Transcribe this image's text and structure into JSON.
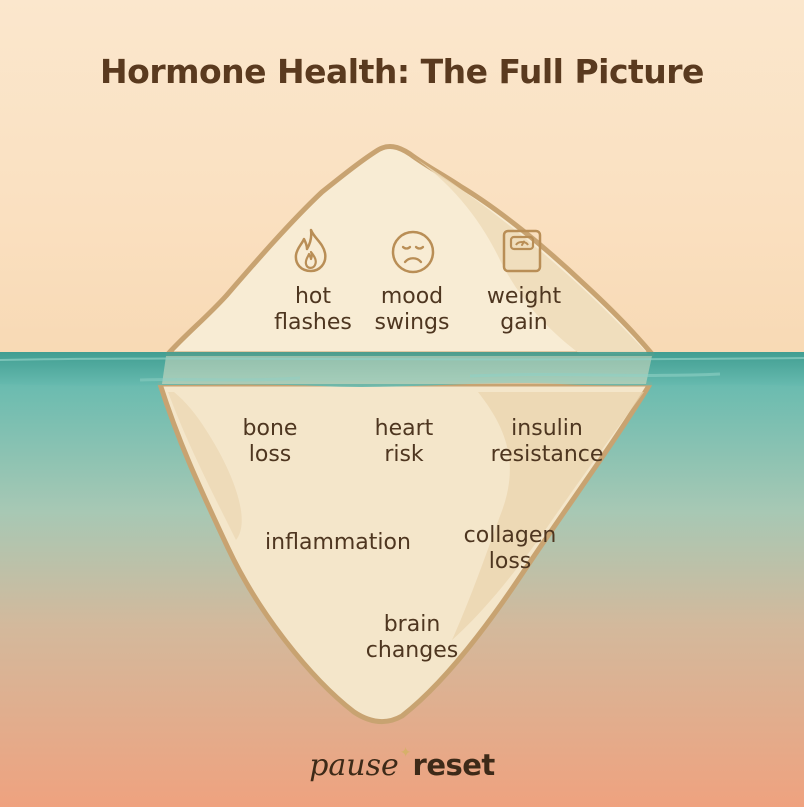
{
  "title": "Hormone Health: The Full Picture",
  "above_water": [
    {
      "icon": "flame-icon",
      "line1": "hot",
      "line2": "flashes"
    },
    {
      "icon": "sad-face-icon",
      "line1": "mood",
      "line2": "swings"
    },
    {
      "icon": "scale-icon",
      "line1": "weight",
      "line2": "gain"
    }
  ],
  "below_water": [
    {
      "line1": "bone",
      "line2": "loss"
    },
    {
      "line1": "heart",
      "line2": "risk"
    },
    {
      "line1": "insulin",
      "line2": "resistance"
    },
    {
      "line1": "inflammation"
    },
    {
      "line1": "collagen",
      "line2": "loss"
    },
    {
      "line1": "brain",
      "line2": "changes"
    }
  ],
  "logo": {
    "part1": "pause",
    "part2": "reset"
  },
  "colors": {
    "sky_top": "#fbe4c6",
    "sea_top": "#5fb7ac",
    "sea_bottom": "#efa583",
    "iceberg": "#f8ebd2",
    "outline": "#c9a675",
    "title": "#5a3a1f"
  }
}
